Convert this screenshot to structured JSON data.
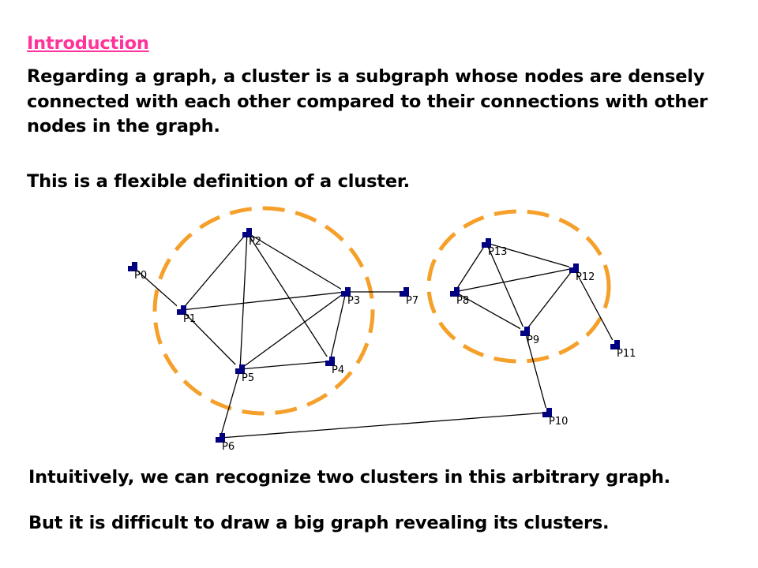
{
  "text": {
    "heading": "Introduction",
    "paragraph_1": "Regarding a graph, a cluster is a subgraph whose nodes are densely connected with each other compared to their connections with other nodes in the graph.",
    "paragraph_2": "This is a flexible definition of a cluster.",
    "paragraph_3": "Intuitively, we can recognize two clusters in this arbitrary graph.",
    "paragraph_4": "But it is difficult to draw a big graph revealing its clusters."
  },
  "colors": {
    "heading": "#ff3399",
    "cluster_outline": "#f5a02a",
    "node_fill": "#000080",
    "edge": "#000000"
  },
  "graph": {
    "nodes": [
      {
        "id": "P0",
        "label": "P0"
      },
      {
        "id": "P1",
        "label": "P1"
      },
      {
        "id": "P2",
        "label": "P2"
      },
      {
        "id": "P3",
        "label": "P3"
      },
      {
        "id": "P4",
        "label": "P4"
      },
      {
        "id": "P5",
        "label": "P5"
      },
      {
        "id": "P6",
        "label": "P6"
      },
      {
        "id": "P7",
        "label": "P7"
      },
      {
        "id": "P8",
        "label": "P8"
      },
      {
        "id": "P9",
        "label": "P9"
      },
      {
        "id": "P10",
        "label": "P10"
      },
      {
        "id": "P11",
        "label": "P11"
      },
      {
        "id": "P12",
        "label": "P12"
      },
      {
        "id": "P13",
        "label": "P13"
      }
    ],
    "edges": [
      [
        "P0",
        "P1"
      ],
      [
        "P1",
        "P2"
      ],
      [
        "P1",
        "P3"
      ],
      [
        "P1",
        "P5"
      ],
      [
        "P2",
        "P3"
      ],
      [
        "P2",
        "P4"
      ],
      [
        "P2",
        "P5"
      ],
      [
        "P3",
        "P4"
      ],
      [
        "P3",
        "P5"
      ],
      [
        "P4",
        "P5"
      ],
      [
        "P5",
        "P6"
      ],
      [
        "P6",
        "P10"
      ],
      [
        "P3",
        "P7"
      ],
      [
        "P8",
        "P13"
      ],
      [
        "P8",
        "P12"
      ],
      [
        "P8",
        "P9"
      ],
      [
        "P13",
        "P12"
      ],
      [
        "P13",
        "P9"
      ],
      [
        "P12",
        "P9"
      ],
      [
        "P12",
        "P11"
      ],
      [
        "P9",
        "P10"
      ]
    ],
    "clusters": [
      {
        "id": "cluster-left",
        "members": [
          "P1",
          "P2",
          "P3",
          "P4",
          "P5"
        ]
      },
      {
        "id": "cluster-right",
        "members": [
          "P8",
          "P9",
          "P12",
          "P13"
        ]
      }
    ]
  }
}
